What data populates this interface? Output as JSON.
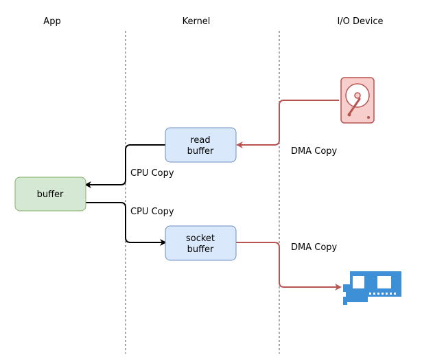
{
  "columns": {
    "app": "App",
    "kernel": "Kernel",
    "io": "I/O Device"
  },
  "boxes": {
    "read_buffer": {
      "line1": "read",
      "line2": "buffer"
    },
    "socket_buffer": {
      "line1": "socket",
      "line2": "buffer"
    },
    "app_buffer": {
      "label": "buffer"
    }
  },
  "edges": {
    "dma_copy_in": "DMA Copy",
    "dma_copy_out": "DMA Copy",
    "cpu_copy_to_app": "CPU Copy",
    "cpu_copy_to_socket": "CPU Copy"
  },
  "icons": {
    "disk": "hard-disk-icon",
    "nic": "network-card-icon"
  },
  "colors": {
    "kernel_box_fill": "#dae8fc",
    "kernel_box_stroke": "#6c8ebf",
    "app_box_fill": "#d5e8d4",
    "app_box_stroke": "#82b366",
    "dma_arrow": "#b85450",
    "cpu_arrow": "#000000",
    "disk_fill": "#f8cecc",
    "nic_fill": "#3d8fd6"
  }
}
